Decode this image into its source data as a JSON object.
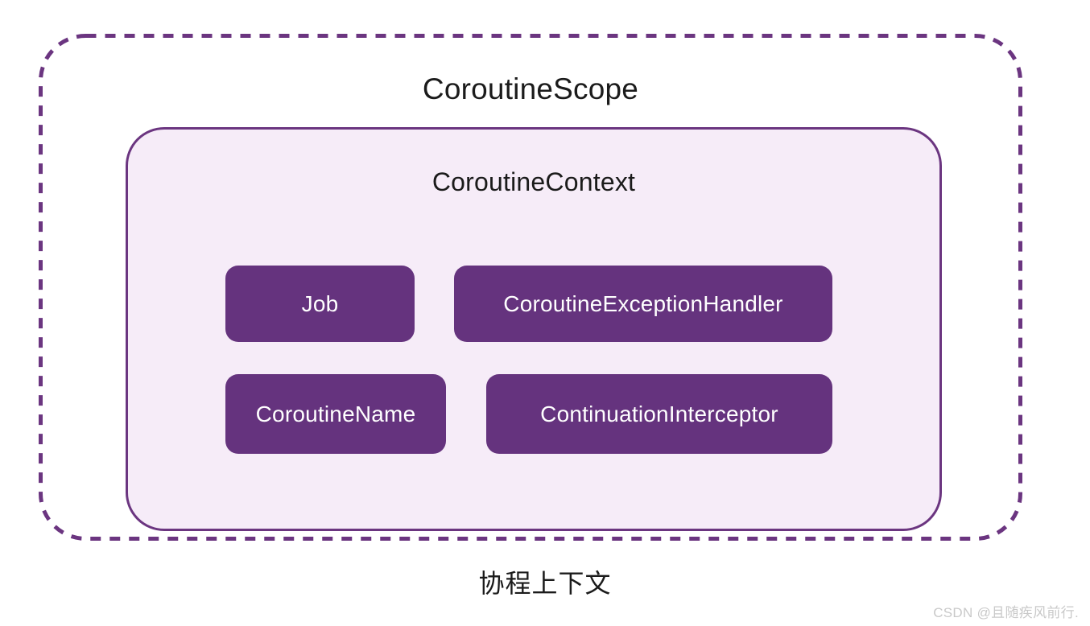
{
  "diagram": {
    "caption": "协程上下文",
    "scope": {
      "title": "CoroutineScope",
      "border_style": "dashed",
      "border_color": "#6b3580"
    },
    "context": {
      "title": "CoroutineContext",
      "fill_color": "#f6ecf8",
      "border_color": "#6b3580"
    },
    "elements": [
      {
        "label": "Job",
        "color": "#65337e"
      },
      {
        "label": "CoroutineExceptionHandler",
        "color": "#65337e"
      },
      {
        "label": "CoroutineName",
        "color": "#65337e"
      },
      {
        "label": "ContinuationInterceptor",
        "color": "#65337e"
      }
    ]
  },
  "watermark": {
    "text": "CSDN @且随疾风前行."
  }
}
